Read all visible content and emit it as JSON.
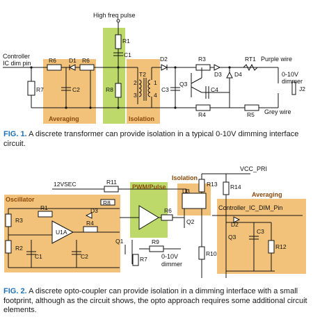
{
  "figure1": {
    "labels": {
      "controller": "Controller",
      "ic_dim_pin": "IC dim pin",
      "high_freq_pulse": "High freq pulse",
      "r1": "R1",
      "c1": "C1",
      "r6a": "R6",
      "d1": "D1",
      "r6b": "R6",
      "r7": "R7",
      "c2": "C2",
      "r8": "R8",
      "t2": "T2",
      "t2_pins_left_top": "2",
      "t2_pins_left_bot": "3",
      "t2_pins_right_top": "1",
      "t2_pins_right_bot": "4",
      "d2": "D2",
      "c3": "C3",
      "r3": "R3",
      "d3": "D3",
      "d4": "D4",
      "q3": "Q3",
      "c4": "C4",
      "r4": "R4",
      "r5": "R5",
      "rt1": "RT1",
      "purple_wire": "Purple wire",
      "dimmer_top": "0-10V",
      "dimmer_bot": "dimmer",
      "j2": "J2",
      "grey_wire": "Grey wire",
      "averaging": "Averaging",
      "isolation": "Isolation"
    },
    "caption_prefix": "FIG. 1.",
    "caption": " A discrete transformer can provide isolation in a typical 0-10V dimming interface circuit."
  },
  "figure2": {
    "labels": {
      "v12sec": "12VSEC",
      "r11": "R11",
      "pwm_pulse": "PWM/Pulse",
      "isolation": "Isolation",
      "vcc_pri": "VCC_PRI",
      "u3": "U3",
      "r13": "R13",
      "r14": "R14",
      "oscillator": "Oscillator",
      "r8": "R8",
      "r1": "R1",
      "d3": "D3",
      "r3": "R3",
      "u1a": "U1A",
      "r4": "R4",
      "r6": "R6",
      "q2": "Q2",
      "r2": "R2",
      "q1": "Q1",
      "r9": "R9",
      "c1": "C1",
      "c2": "C2",
      "r7": "R7",
      "dimmer_top": "0-10V",
      "dimmer_bot": "dimmer",
      "averaging": "Averaging",
      "controller_pin": "Controller_IC_DIM_Pin",
      "d2": "D2",
      "q3": "Q3",
      "c3": "C3",
      "r10": "R10",
      "r12": "R12"
    },
    "caption_prefix": "FIG. 2.",
    "caption": " A discrete opto-coupler can provide isolation in a dimming interface with a small footprint, although as the circuit shows, the opto approach requires some additional circuit elements."
  },
  "colors": {
    "orange": "#f2c27a",
    "orange_edge": "#e3a24a",
    "green": "#bcd96a",
    "caption_blue": "#1e6fb5"
  }
}
